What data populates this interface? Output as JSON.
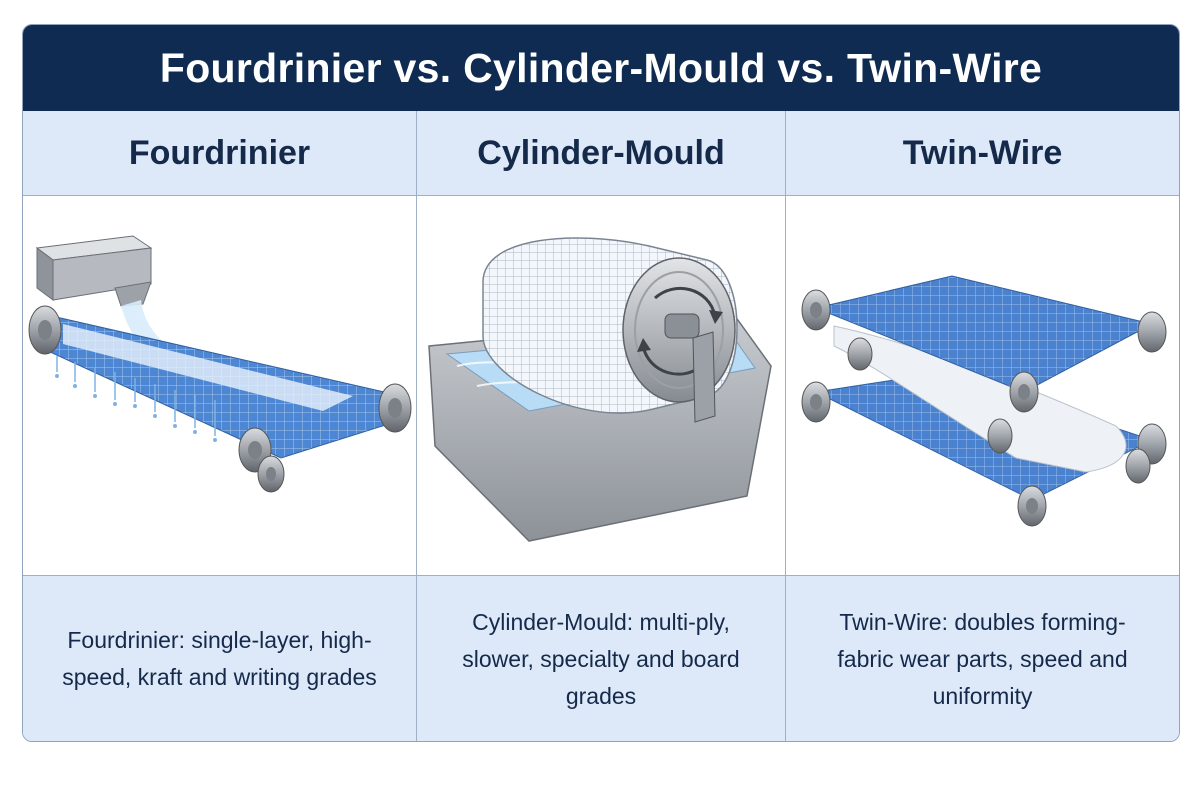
{
  "title": "Fourdrinier vs. Cylinder-Mould vs. Twin-Wire",
  "columns": [
    {
      "heading": "Fourdrinier",
      "caption": "Fourdrinier: single-layer, high-speed, kraft and writing grades",
      "illustration_icon": "fourdrinier-machine-icon"
    },
    {
      "heading": "Cylinder-Mould",
      "caption": "Cylinder-Mould: multi-ply, slower, specialty and board grades",
      "illustration_icon": "cylinder-mould-machine-icon"
    },
    {
      "heading": "Twin-Wire",
      "caption": "Twin-Wire: doubles forming-fabric wear parts, speed and uniformity",
      "illustration_icon": "twin-wire-machine-icon"
    }
  ],
  "colors": {
    "title_bar": "#0f2b52",
    "panel_fill": "#dde9f8",
    "text": "#15294a",
    "wire_blue": "#3f78c8",
    "metal": "#a9adb3"
  }
}
